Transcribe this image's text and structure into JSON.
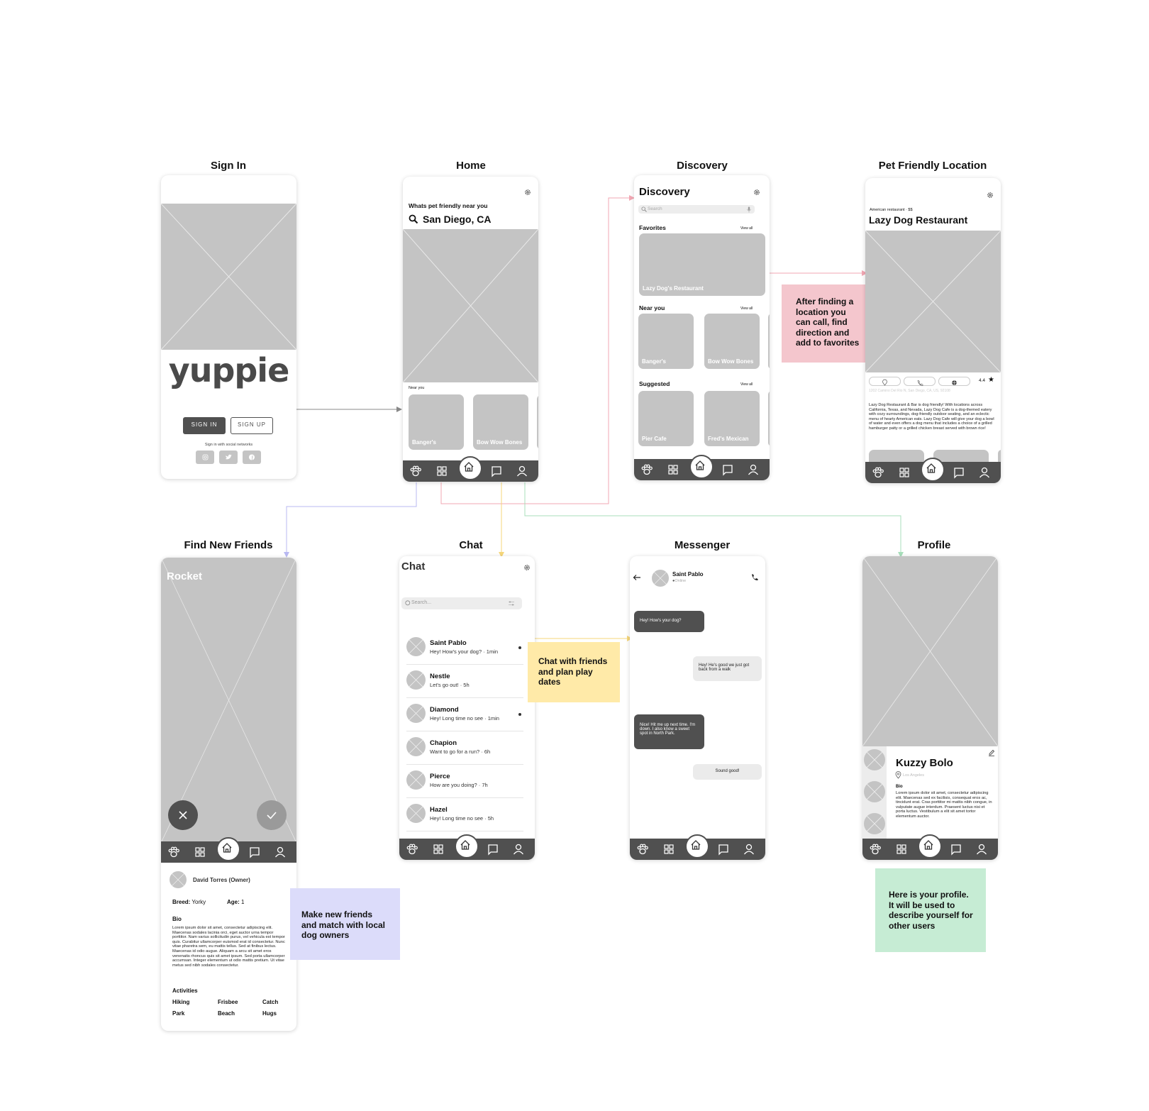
{
  "frames": {
    "sign_in": "Sign In",
    "home": "Home",
    "discovery": "Discovery",
    "pet_friendly": "Pet Friendly Location",
    "find_friends": "Find New Friends",
    "chat": "Chat",
    "messenger": "Messenger",
    "profile": "Profile"
  },
  "colors": {
    "placeholder": "#c4c4c4",
    "nav": "#505050",
    "pink": "#f4c6cd",
    "yellow": "#ffeaa8",
    "lavender": "#dcdcfa",
    "green": "#c6ecd4"
  },
  "sign_in": {
    "logo": "yuppie",
    "sign_in_btn": "SIGN IN",
    "sign_up_btn": "SIGN UP",
    "social_text": "Sign in with social networks",
    "social_icons": [
      "instagram-icon",
      "twitter-icon",
      "facebook-icon"
    ]
  },
  "home": {
    "subtitle": "Whats pet friendly near you",
    "location": "San Diego, CA",
    "near_you": "Near you",
    "cards": [
      "Banger's",
      "Bow Wow Bones"
    ]
  },
  "discovery": {
    "title": "Discovery",
    "search_placeholder": "Search",
    "favorites": "Favorites",
    "view_all": "View all",
    "favorite_card": "Lazy Dog's Restaurant",
    "near_you": "Near you",
    "near_cards": [
      "Banger's",
      "Bow Wow Bones"
    ],
    "suggested": "Suggested",
    "suggested_cards": [
      "Pier Cafe",
      "Fred's Mexican"
    ]
  },
  "pet_location": {
    "category": "American restaurant · $$",
    "name": "Lazy Dog Restaurant",
    "rating": "4.4",
    "address": "1202 Camino Del Rio N, San Diego, CA, US, 92108",
    "description": "Lazy Dog Restaurant & Bar is dog friendly! With locations across California, Texas, and Nevada, Lazy Dog Cafe is a dog-themed eatery with cozy surroundings, dog-friendly outdoor seating, and an eclectic menu of hearty American eats. Lazy Dog Cafe will give your dog a bowl of water and even offers a dog menu that includes a choice of a grilled hamburger patty or a grilled chicken breast served with brown rice!"
  },
  "find_friends": {
    "dog_name": "Rocket",
    "owner": "David Torres (Owner)",
    "breed_label": "Breed:",
    "breed": "Yorky",
    "age_label": "Age:",
    "age": "1",
    "bio_label": "Bio",
    "bio": "Lorem ipsum dolor sit amet, consectetur adipiscing elit. Maecenas sodales lacinia orci, eget auctor urna tempor porttitor. Nam varius sollicitudin purus, vel vehicula est tempor quis. Curabitur ullamcorper euismod erat id consectetur. Nunc vitae pharetra sem, eu mattis tellus. Sed at finibus lectus. Maecenas id odio augue. Aliquam a arcu sit amet eros venenatis rhoncus quis sit amet ipsum. Sed porta ullamcorper accumsan. Integer elementum ut odio mattis pretium. Ut vitae metus sed nibh sodales consectetur.",
    "activities_label": "Activities",
    "activities": [
      "Hiking",
      "Frisbee",
      "Catch",
      "Park",
      "Beach",
      "Hugs"
    ]
  },
  "chat": {
    "title": "Chat",
    "search_placeholder": "Search...",
    "rows": [
      {
        "name": "Saint Pablo",
        "msg": "Hey! How's your dog? · 1min",
        "unread": true
      },
      {
        "name": "Nestle",
        "msg": "Let's go out! · 5h",
        "unread": false
      },
      {
        "name": "Diamond",
        "msg": "Hey! Long time no see · 1min",
        "unread": true
      },
      {
        "name": "Chapion",
        "msg": "Want to go for a run? · 6h",
        "unread": false
      },
      {
        "name": "Pierce",
        "msg": "How are you doing? · 7h",
        "unread": false
      },
      {
        "name": "Hazel",
        "msg": "Hey! Long time no see · 5h",
        "unread": false
      }
    ]
  },
  "messenger": {
    "contact": "Saint Pablo",
    "status": "Online",
    "messages": [
      {
        "from": "them",
        "text": "Hey! How's your dog?"
      },
      {
        "from": "me",
        "text": "Hey! He's good we just got back from a walk"
      },
      {
        "from": "them",
        "text": "Nice! Hit me up next time. I'm down. I also know a sweet spot in North Park."
      },
      {
        "from": "me",
        "text": "Sound good!"
      }
    ]
  },
  "profile": {
    "name": "Kuzzy Bolo",
    "location": "Los Angeles",
    "bio_label": "Bio",
    "bio": "Lorem ipsum dolor sit amet, consectetur adipiscing elit. Maecenas sed ex facilisis, consequat eros ac, tincidunt erat. Cras porttitor mi mattis nibh congue, in vulputate augue interdum. Praesent luctus nisi et porta luctus. Vestibulum a elit sit amet tortor elementum auctor."
  },
  "notes": {
    "pink": "After finding a location you can call, find direction and add to favorites",
    "yellow": "Chat with friends and plan play dates",
    "lavender": "Make new friends and match with local dog owners",
    "green": "Here is your profile. It will be used to describe yourself for other users"
  }
}
